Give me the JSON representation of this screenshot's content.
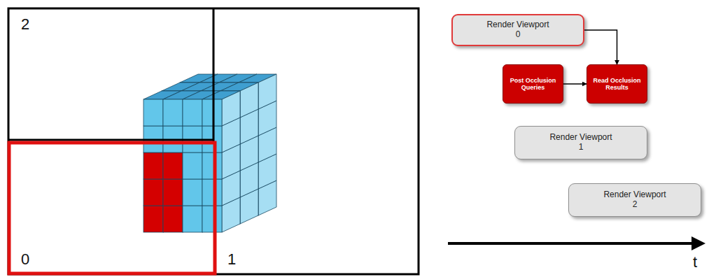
{
  "diagram": {
    "nodes": [
      {
        "text": [
          "Render Viewport 0"
        ]
      },
      {
        "text": [
          "Post Occlusion Queries"
        ]
      },
      {
        "text": [
          "Read Occlusion Results"
        ]
      },
      {
        "text": [
          "Render Viewport 1"
        ]
      },
      {
        "text": [
          "Render Viewport 2"
        ]
      }
    ],
    "edges": [
      {
        "from": 0,
        "to": 2,
        "arrow": "to"
      },
      {
        "from": 1,
        "to": 2,
        "arrow": "to"
      }
    ],
    "labels": [
      "2",
      "0",
      "1",
      "t"
    ]
  }
}
